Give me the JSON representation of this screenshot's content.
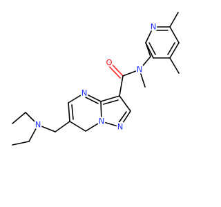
{
  "molecule": {
    "atoms": {
      "n_amine": {
        "symbol": "N",
        "color": "#1f33ff"
      },
      "n_pyrimidine": {
        "symbol": "N",
        "color": "#1f33ff"
      },
      "n_amide": {
        "symbol": "N",
        "color": "#1f33ff"
      },
      "o_carbonyl": {
        "symbol": "O",
        "color": "#ff1a1a"
      },
      "n_pyridine": {
        "symbol": "N",
        "color": "#1f33ff"
      },
      "n_bridge": {
        "symbol": "N",
        "color": "#1f33ff"
      },
      "n_pyrazole": {
        "symbol": "N",
        "color": "#1f33ff"
      }
    },
    "colors": {
      "bond": "#000000",
      "nitrogen": "#1f33ff",
      "oxygen": "#ff1a1a",
      "background": "#ffffff"
    }
  }
}
